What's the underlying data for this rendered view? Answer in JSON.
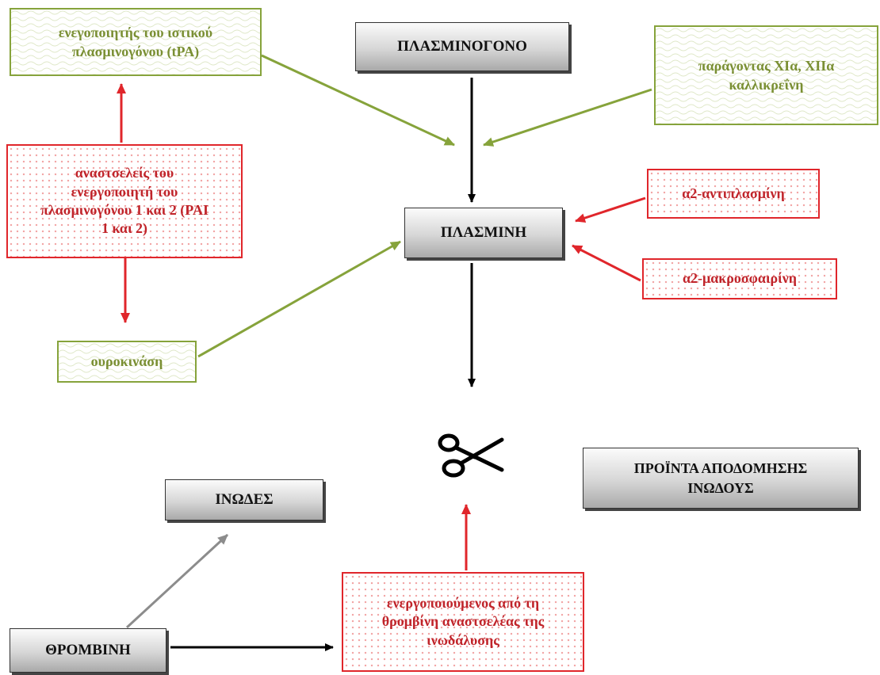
{
  "nodes": {
    "plasminogen": "ΠΛΑΣΜΙΝΟΓΟΝΟ",
    "plasmin": "ΠΛΑΣΜΙΝΗ",
    "fibrin": "ΙΝΩΔΕΣ",
    "fdp": "ΠΡΟΪΝΤΑ ΑΠΟΔΟΜΗΣΗΣ ΙΝΩΔΟΥΣ",
    "thrombin": "ΘΡΟΜΒΙΝΗ",
    "tpa": "ενεγοποιητής του ιστικού πλασμινογόνου (tPA)",
    "factors": "παράγοντας ΧΙα, ΧΙΙα καλλικρεΐνη",
    "urokinase": "ουροκινάση",
    "pai": "αναστσελείς του ενεργοποιητή του πλασμινογόνου 1 και 2 (PAI 1 και 2)",
    "antiplasmin": "α2-αντιπλασμίνη",
    "macroglobulin": "α2-μακροσφαιρίνη",
    "tafi": "ενεργοποιούμενος από τη θρομβίνη αναστσελέας της ινωδάλυσης"
  },
  "icons": {
    "cut": "scissors-icon"
  },
  "colors": {
    "activator_green": "#86a33b",
    "inhibitor_red": "#e0262b",
    "flow_black": "#000000",
    "fibrin_arrow_gray": "#8c8c8c"
  }
}
